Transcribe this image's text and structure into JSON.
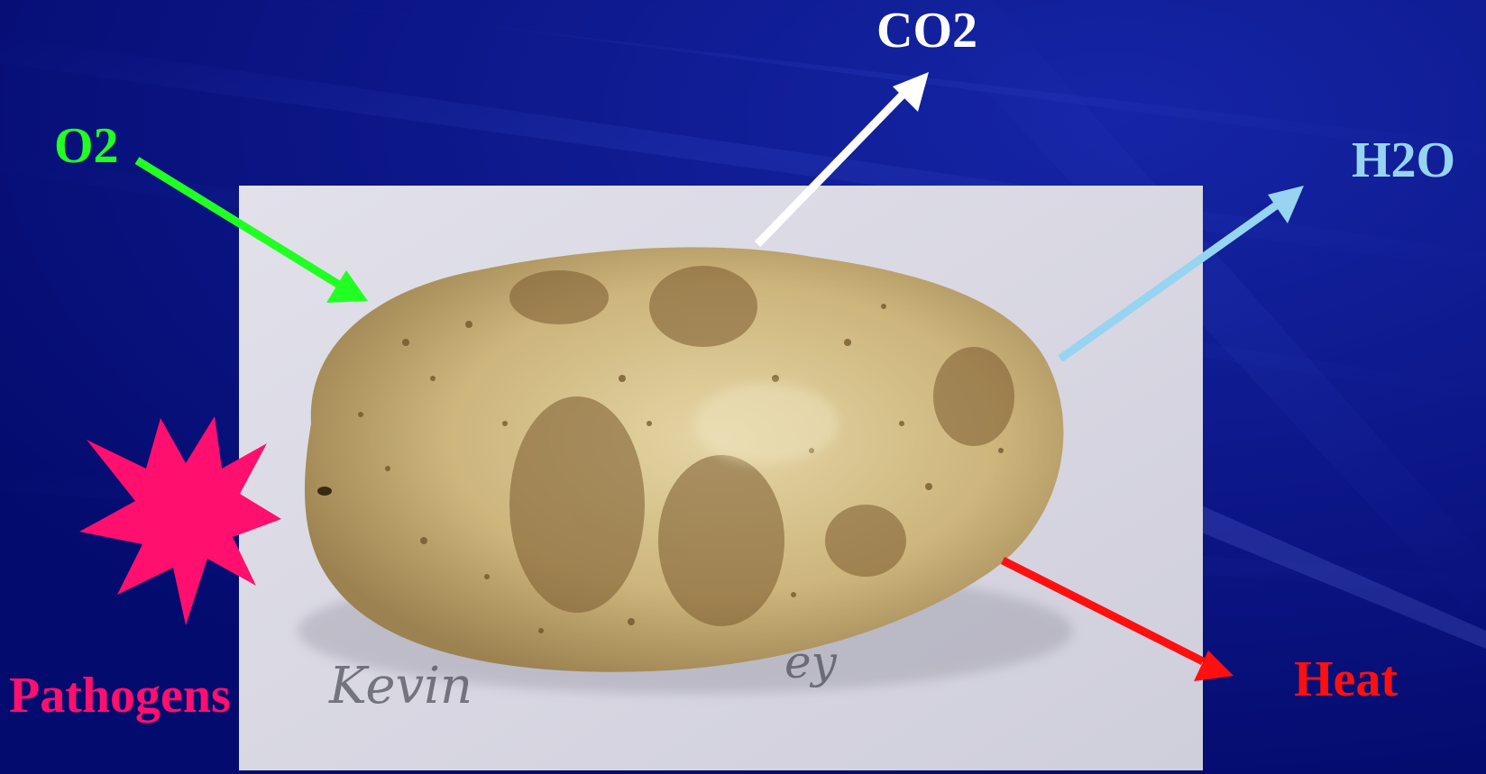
{
  "labels": {
    "co2": "CO2",
    "o2": "O2",
    "h2o": "H2O",
    "pathogens": "Pathogens",
    "heat": "Heat"
  },
  "colors": {
    "background": "#06107e",
    "co2": "#ffffff",
    "o2": "#22ff22",
    "h2o": "#96d4f2",
    "pathogens": "#ff0f6e",
    "heat": "#ff1010",
    "photo_backdrop": "#dcdbe6",
    "potato_skin": "#c9b27a"
  },
  "icons": {
    "co2_arrow": "arrow-up-right",
    "o2_arrow": "arrow-down-right",
    "h2o_arrow": "arrow-up-right",
    "heat_arrow": "arrow-down-right",
    "pathogens_marker": "starburst"
  },
  "photo": {
    "subject": "potato-tuber",
    "handwriting": "Kevin ... ey"
  }
}
